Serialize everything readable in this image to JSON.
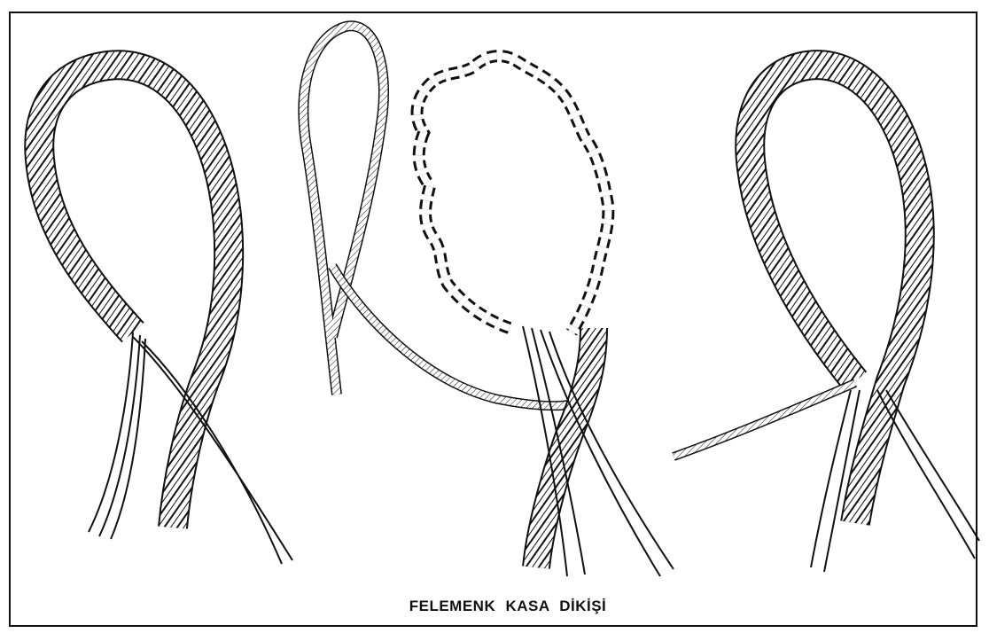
{
  "caption": "FELEMENK KASA  DİKİŞİ",
  "colors": {
    "ink": "#111111",
    "paper": "#ffffff"
  },
  "illustrations": [
    {
      "name": "rope-eye-step-1"
    },
    {
      "name": "rope-eye-step-2"
    },
    {
      "name": "rope-eye-step-3"
    }
  ]
}
